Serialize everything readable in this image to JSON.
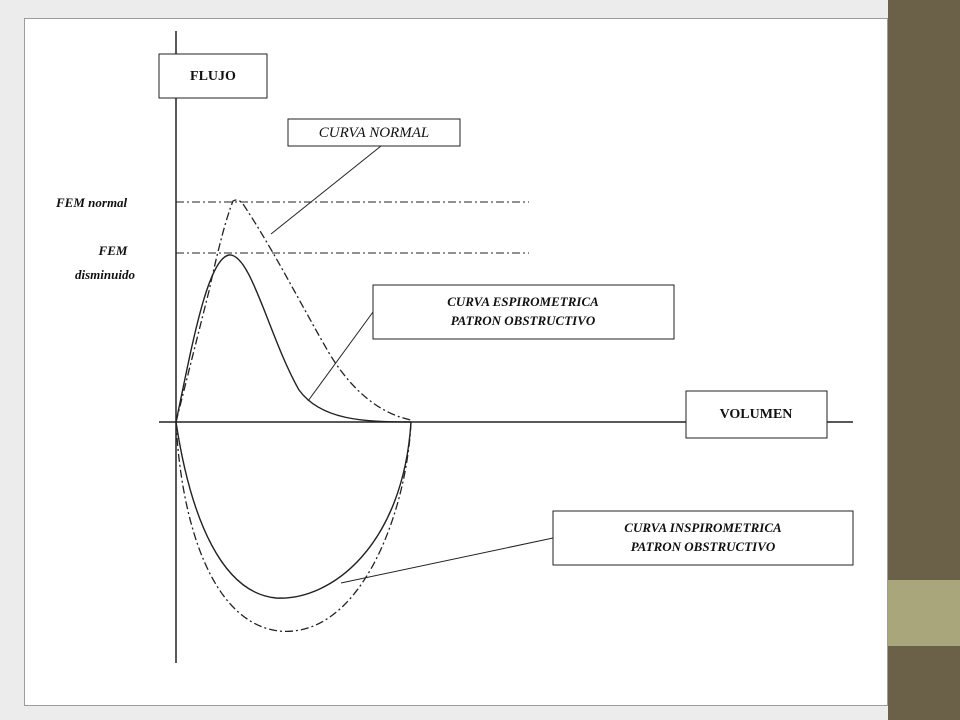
{
  "diagram": {
    "axis_y_label": "FLUJO",
    "axis_x_label": "VOLUMEN",
    "fem_normal_label": "FEM normal",
    "fem_reduced_label_line1": "FEM",
    "fem_reduced_label_line2": "disminuido",
    "normal_curve_label": "CURVA NORMAL",
    "spirometric_label_line1": "CURVA ESPIROMETRICA",
    "spirometric_label_line2": "PATRON OBSTRUCTIVO",
    "inspirometric_label_line1": "CURVA INSPIROMETRICA",
    "inspirometric_label_line2": "PATRON OBSTRUCTIVO"
  },
  "colors": {
    "slide_background": "#ececec",
    "sidebar": "#6b6149",
    "sidebar_accent": "#aaa67c",
    "line": "#222222"
  }
}
